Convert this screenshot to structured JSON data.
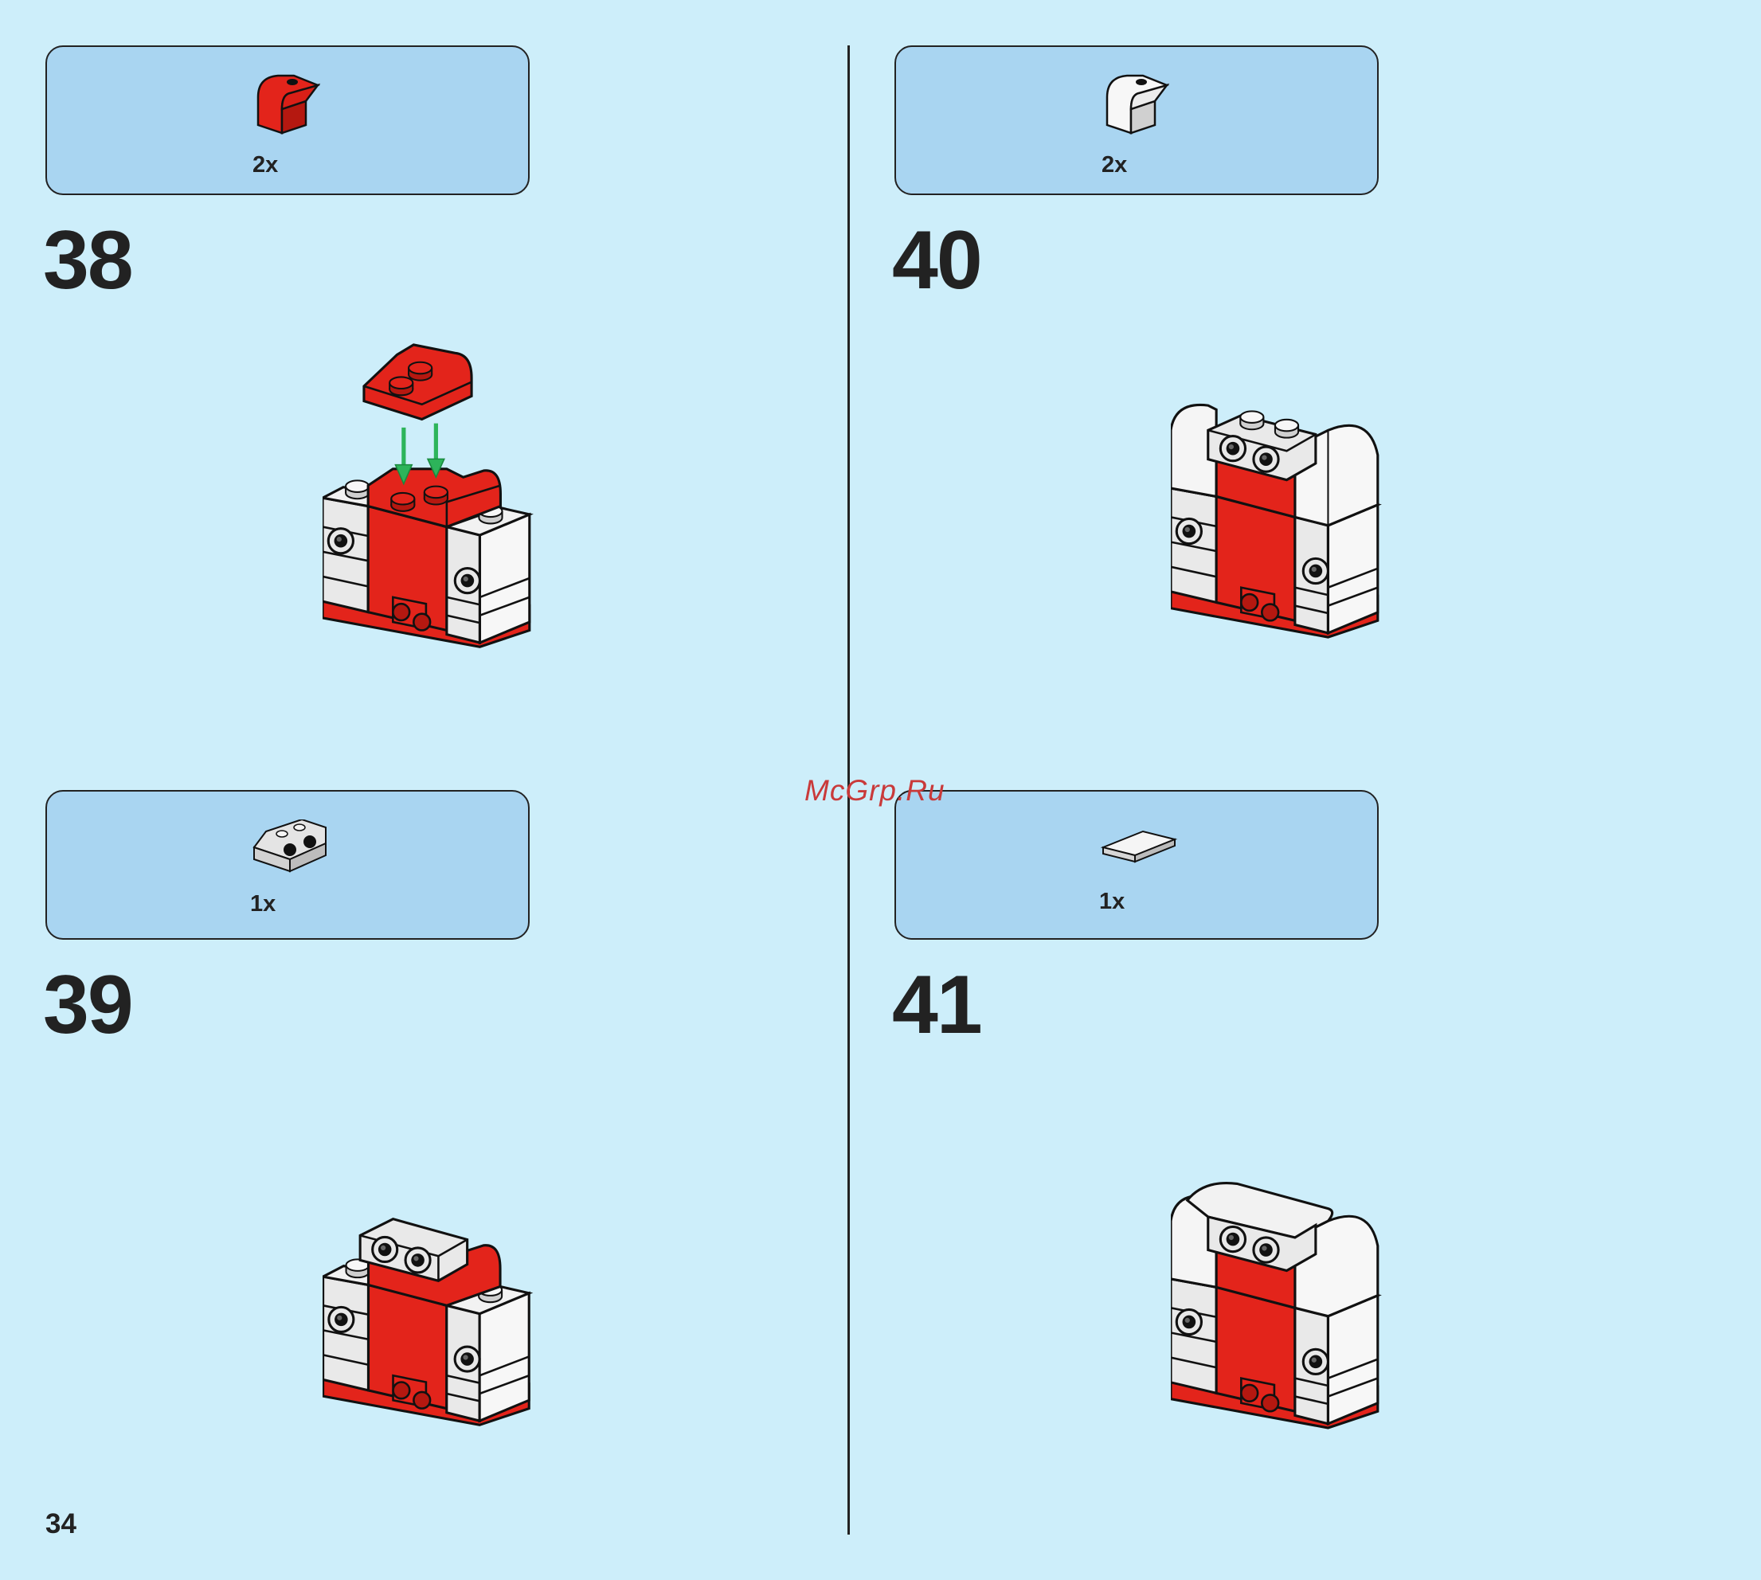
{
  "page": {
    "number": "34"
  },
  "watermark": "McGrp.Ru",
  "colors": {
    "background": "#cdeefa",
    "parts_box": "#a9d5f1",
    "brick_red": "#e3241b",
    "brick_white": "#f2f2f2",
    "arrow_green": "#2db45a"
  },
  "steps": [
    {
      "number": "38",
      "parts": [
        {
          "qty": "2x",
          "piece_icon": "red-curved-slope-icon"
        }
      ]
    },
    {
      "number": "39",
      "parts": [
        {
          "qty": "1x",
          "piece_icon": "gray-bracket-icon"
        }
      ]
    },
    {
      "number": "40",
      "parts": [
        {
          "qty": "2x",
          "piece_icon": "white-curved-slope-icon"
        }
      ]
    },
    {
      "number": "41",
      "parts": [
        {
          "qty": "1x",
          "piece_icon": "white-tile-icon"
        }
      ]
    }
  ]
}
